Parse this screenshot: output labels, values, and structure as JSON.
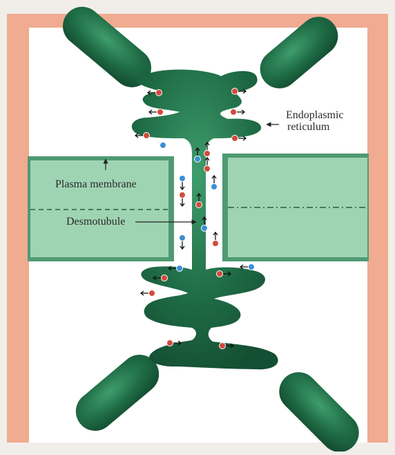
{
  "labels": {
    "er_line1": "Endoplasmic",
    "er_line2": "reticulum",
    "plasma_membrane": "Plasma membrane",
    "desmotubule": "Desmotubule"
  },
  "colors": {
    "frame": "#f0ab91",
    "panel": "#ffffff",
    "er_green": "#1e6b45",
    "er_highlight": "#3f9d6c",
    "wall_fill": "#9fd4b3",
    "wall_border": "#4f9a73",
    "red_molecule": "#d24b3c",
    "blue_molecule": "#3a8fd6",
    "annotation": "#2a2a2a"
  },
  "legend_icons": [
    "red-molecule-icon",
    "blue-molecule-icon",
    "transport-arrow-icon"
  ]
}
